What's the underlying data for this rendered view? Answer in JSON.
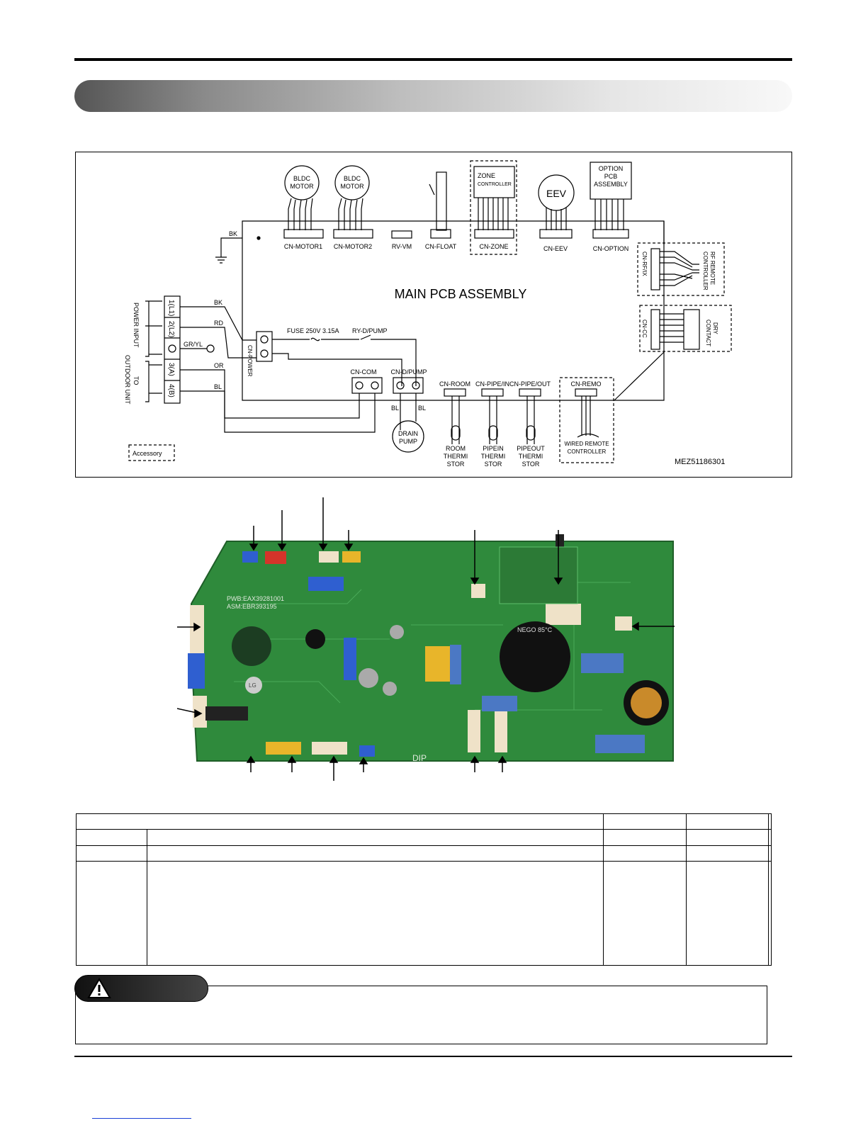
{
  "diagram": {
    "main_pcb_label": "MAIN PCB ASSEMBLY",
    "model_code": "MEZ51186301",
    "accessory_label": "Accessory",
    "motors": [
      {
        "line1": "BLDC",
        "line2": "MOTOR"
      },
      {
        "line1": "BLDC",
        "line2": "MOTOR"
      }
    ],
    "eev_label": "EEV",
    "zone_controller": {
      "line1": "ZONE",
      "line2": "CONTROLLER"
    },
    "option_pcb": {
      "line1": "OPTION",
      "line2": "PCB",
      "line3": "ASSEMBLY"
    },
    "top_connectors": [
      "CN-MOTOR1",
      "CN-MOTOR2",
      "RV-VM",
      "CN-FLOAT",
      "CN-ZONE",
      "CN-EEV",
      "CN-OPTION"
    ],
    "bottom_connectors": [
      "CN-COM",
      "CN-D/PUMP",
      "CN-ROOM",
      "CN-PIPE/IN",
      "CN-PIPE/OUT",
      "CN-REMO"
    ],
    "cn_power": "CN-POWER",
    "fuse_label": "FUSE 250V 3.15A",
    "relay_label": "RY-D/PUMP",
    "wire_colors": {
      "bk": "BK",
      "rd": "RD",
      "gryl": "GR/YL",
      "or": "OR",
      "bl": "BL"
    },
    "terminals": [
      "1(L1)",
      "2(L2)",
      "⏚",
      "3(A)",
      "4(B)"
    ],
    "power_input_label": "POWER INPUT",
    "outdoor_label_line1": "TO",
    "outdoor_label_line2": "OUTDOOR UNIT",
    "drain_pump": {
      "line1": "DRAIN",
      "line2": "PUMP"
    },
    "bl_label": "BL",
    "thermistors": [
      {
        "line1": "ROOM",
        "line2": "THERMI",
        "line3": "STOR"
      },
      {
        "line1": "PIPEIN",
        "line2": "THERMI",
        "line3": "STOR"
      },
      {
        "line1": "PIPEOUT",
        "line2": "THERMI",
        "line3": "STOR"
      }
    ],
    "wired_remote": {
      "line1": "WIRED REMOTE",
      "line2": "CONTROLLER"
    },
    "rf_remote": {
      "connector": "CN-RF/IX",
      "line1": "RF REMOTE",
      "line2": "CONTROLLER"
    },
    "dry_contact": {
      "connector": "CN-CC",
      "line1": "DRY",
      "line2": "CONTACT"
    }
  },
  "photo": {
    "pwb_text": "PWB:EAX39281001",
    "asm_text": "ASM:EBR393195",
    "dip_text": "DIP",
    "lg_text": "LG",
    "cap_text": "NEGO 85°C"
  },
  "colors": {
    "pcb_green": "#2f8a3c",
    "connector_blue": "#2f5fd0",
    "connector_red": "#d5342a",
    "connector_yellow": "#e8b52a",
    "connector_white": "#efe2c8"
  }
}
